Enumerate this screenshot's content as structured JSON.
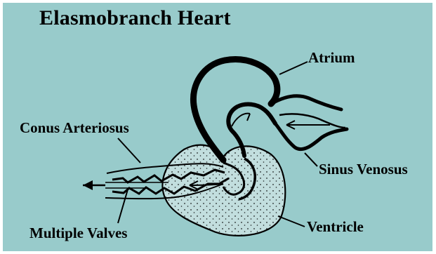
{
  "title": "Elasmobranch Heart",
  "labels": {
    "atrium": "Atrium",
    "conus_arteriosus": "Conus Arteriosus",
    "sinus_venosus": "Sinus Venosus",
    "multiple_valves": "Multiple Valves",
    "ventricle": "Ventricle"
  },
  "colors": {
    "background": "#98cbcb",
    "ink": "#000000",
    "tissue": "#c2dede"
  }
}
